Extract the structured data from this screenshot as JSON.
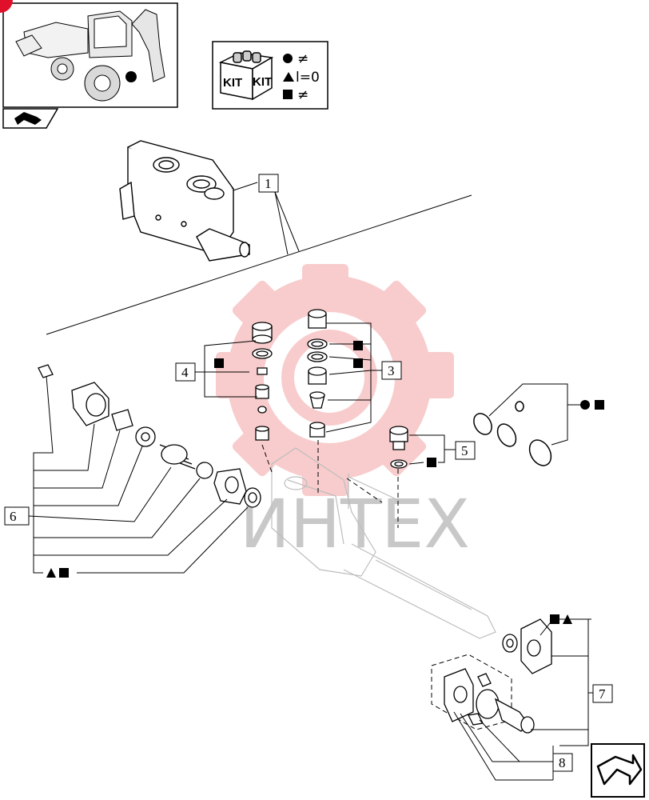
{
  "thumbnail": {
    "label": "machine-overview"
  },
  "kit_legend": {
    "kit_text": "KIT",
    "rows": [
      {
        "symbol": "circle",
        "text": "≠"
      },
      {
        "symbol": "triangle",
        "text": "l=0"
      },
      {
        "symbol": "square",
        "text": "≠"
      }
    ]
  },
  "watermark": {
    "text": "ИНТЕХ"
  },
  "callouts": {
    "c1": "1",
    "c3": "3",
    "c4": "4",
    "c5": "5",
    "c6": "6",
    "c7": "7",
    "c8": "8"
  },
  "colors": {
    "watermark_gear": "#f4a3a3",
    "line": "#000000",
    "faded": "#bdbdbd"
  },
  "icons": [
    "nav-back-icon",
    "nav-next-icon",
    "kit-box-icon"
  ]
}
